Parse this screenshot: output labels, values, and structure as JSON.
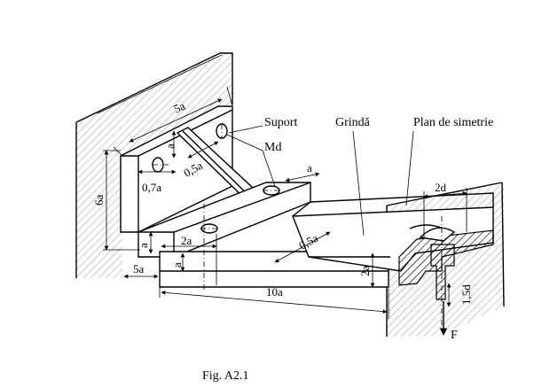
{
  "labels": {
    "suport": "Suport",
    "md": "Md",
    "grinda": "Grindă",
    "plan": "Plan de simetrie",
    "force": "F",
    "caption": "Fig. A2.1"
  },
  "dimensions": {
    "d_5a_top": "5a",
    "d_a_vert": "a",
    "d_6a": "6a",
    "d_05a_upper": "0,5a",
    "d_07a": "0,7a",
    "d_a_right": "a",
    "d_05a_lower": "0,5a",
    "d_2a_base": "2a",
    "d_a_left": "a",
    "d_a_under": "a",
    "d_5a_bottom": "5a",
    "d_2a_right": "2a",
    "d_10a": "10a",
    "d_2d": "2d",
    "d_15d": "1,5d"
  }
}
